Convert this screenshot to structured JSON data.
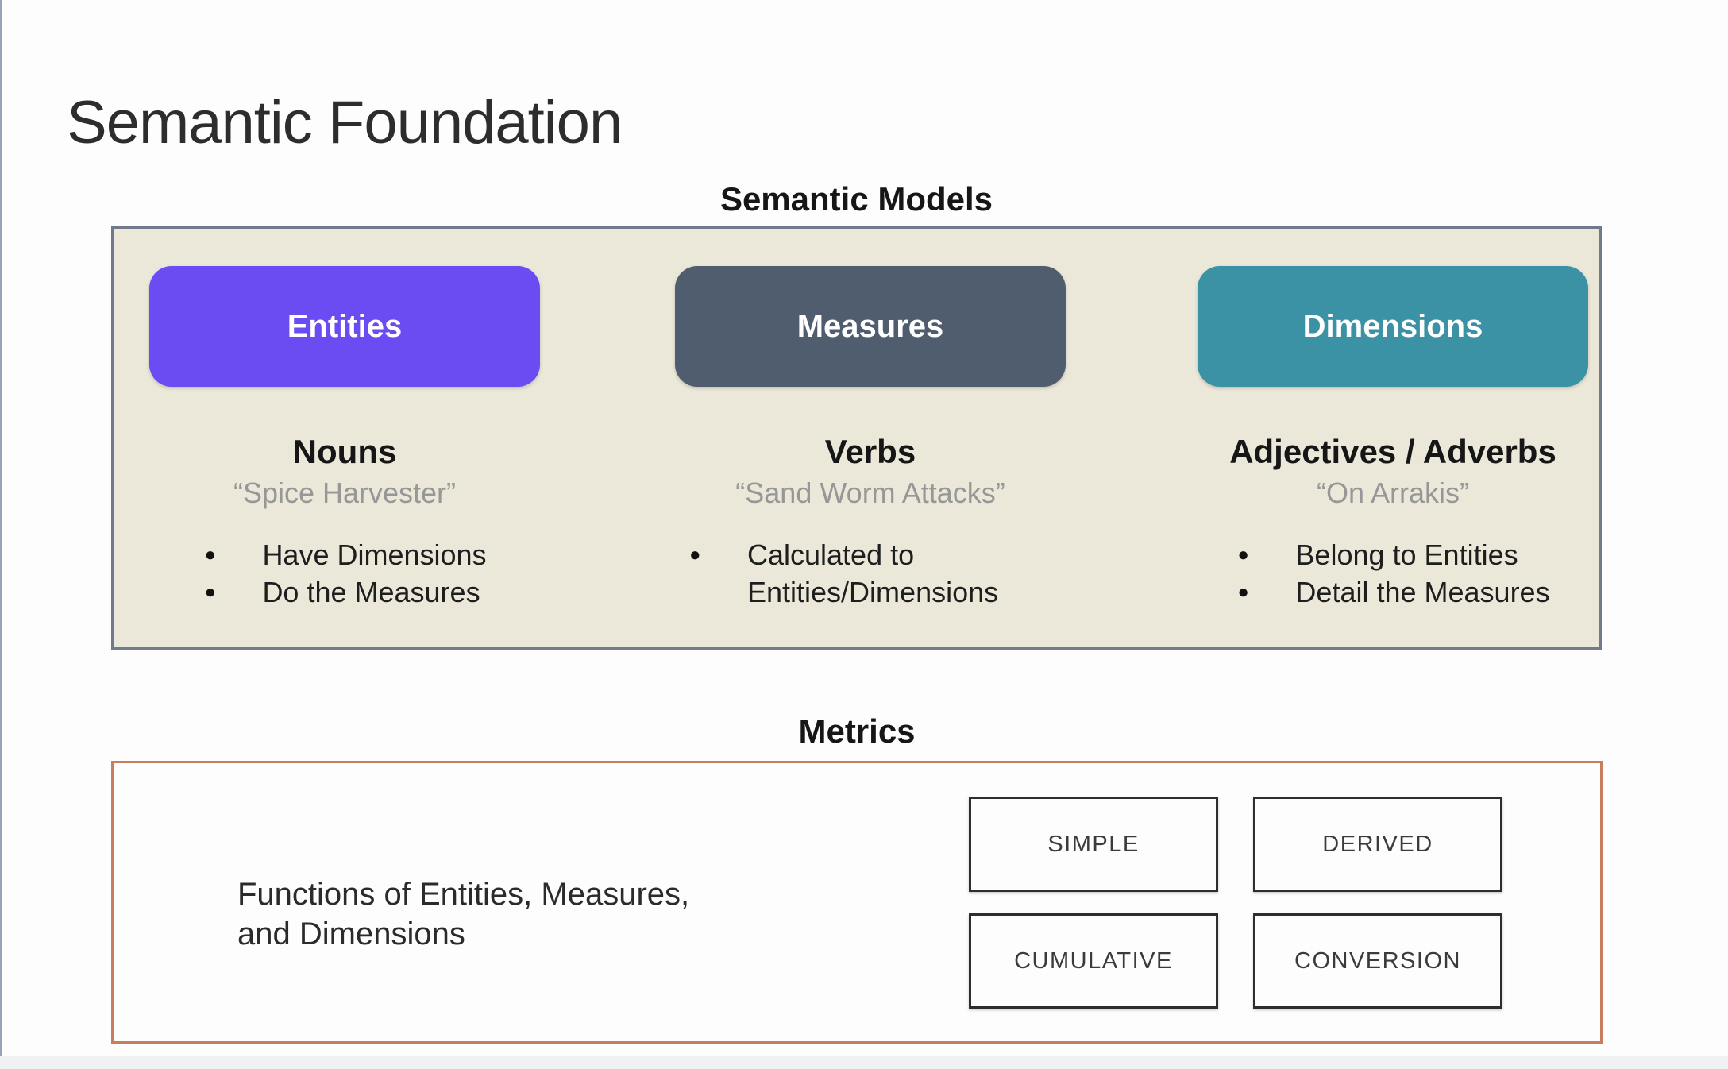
{
  "slide": {
    "title": "Semantic Foundation"
  },
  "semantic_models": {
    "heading": "Semantic Models",
    "panel_bg": "#ebe8da",
    "columns": [
      {
        "button": "Entities",
        "color": "#6b4bf2",
        "heading": "Nouns",
        "quote": "“Spice Harvester”",
        "bullets": [
          "Have Dimensions",
          "Do the Measures"
        ]
      },
      {
        "button": "Measures",
        "color": "#505d6e",
        "heading": "Verbs",
        "quote": "“Sand Worm Attacks”",
        "bullets": [
          "Calculated to Entities/Dimensions"
        ]
      },
      {
        "button": "Dimensions",
        "color": "#3a92a4",
        "heading": "Adjectives / Adverbs",
        "quote": "“On Arrakis”",
        "bullets": [
          "Belong to Entities",
          "Detail the Measures"
        ]
      }
    ]
  },
  "metrics": {
    "heading": "Metrics",
    "border_color": "#c87e5d",
    "caption_line1": "Functions of Entities, Measures,",
    "caption_line2": "and Dimensions",
    "types": [
      "SIMPLE",
      "DERIVED",
      "CUMULATIVE",
      "CONVERSION"
    ]
  }
}
